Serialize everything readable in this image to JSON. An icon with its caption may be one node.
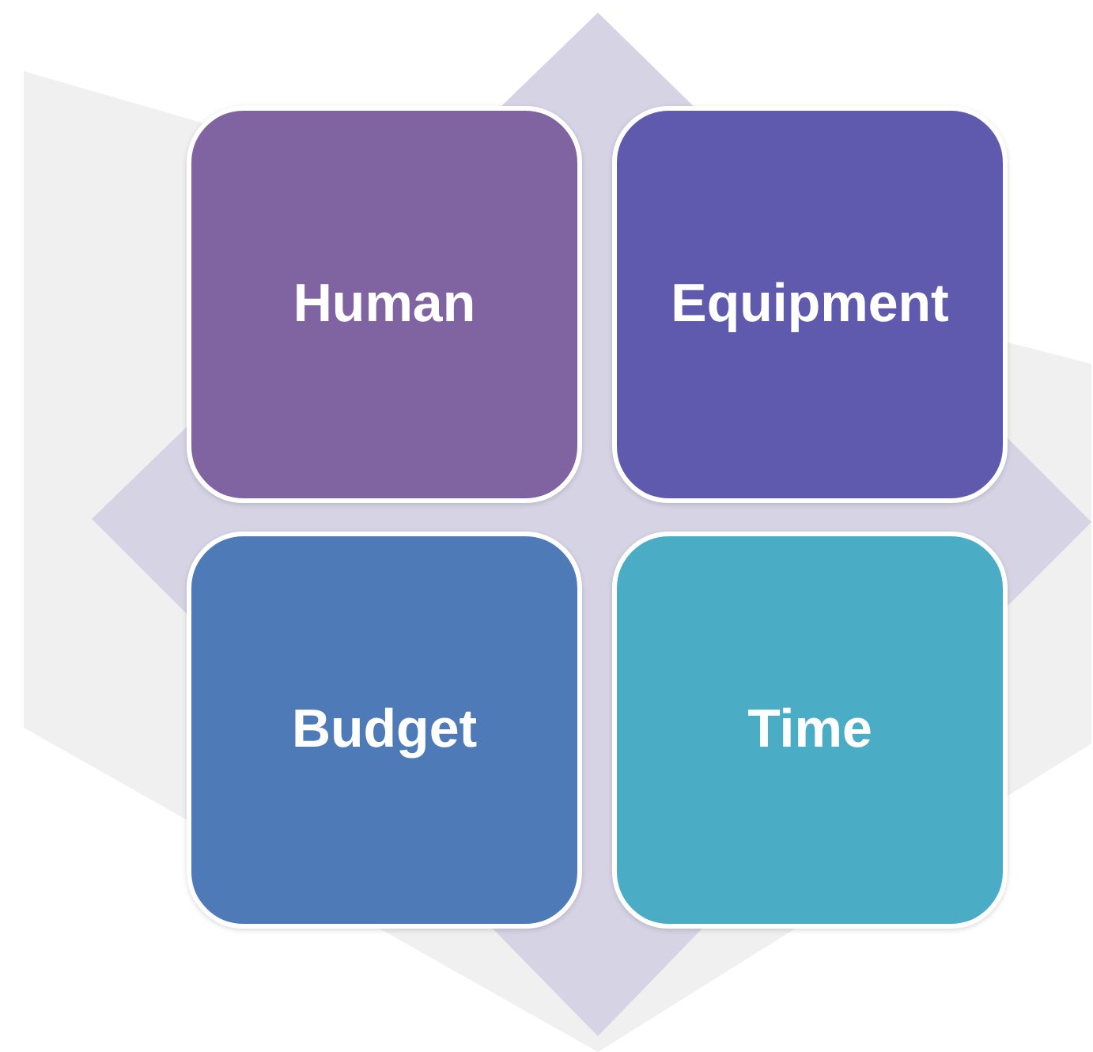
{
  "diagram": {
    "nodes": [
      {
        "text": [
          "Human"
        ]
      },
      {
        "text": [
          "Equipment"
        ]
      },
      {
        "text": [
          "Budget"
        ]
      },
      {
        "text": [
          "Time"
        ]
      }
    ]
  }
}
